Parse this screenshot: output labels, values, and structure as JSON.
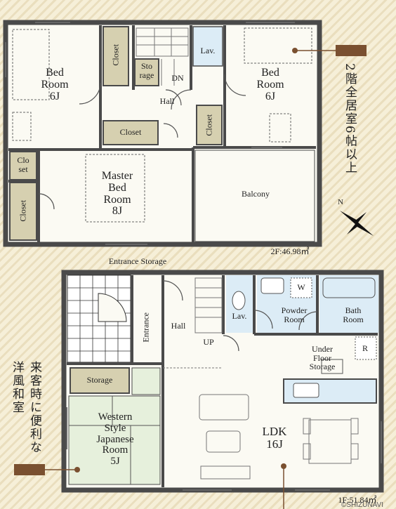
{
  "floor2": {
    "area": "2F:46.98㎡",
    "rooms": {
      "bed_left": "Bed\nRoom\n6J",
      "bed_right": "Bed\nRoom\n6J",
      "master": "Master\nBed\nRoom\n8J",
      "closet_top": "Closet",
      "storage": "Sto\nrage",
      "dn": "DN",
      "hall": "Hall",
      "closet_mid": "Closet",
      "closet_small": "Clo\nset",
      "closet_left": "Closet",
      "lav": "Lav.",
      "closet_right": "Closet",
      "balcony": "Balcony"
    },
    "note": "2階全居室6帖以上"
  },
  "floor1": {
    "area": "1F:51.84㎡",
    "entrance_storage": "Entrance Storage",
    "rooms": {
      "entrance": "Entrance",
      "hall": "Hall",
      "up": "UP",
      "lav": "Lav.",
      "powder": "Powder\nRoom",
      "w": "W",
      "bath": "Bath\nRoom",
      "underfloor": "Under\nFloor\nStorage",
      "r": "R",
      "storage": "Storage",
      "western": "Western\nStyle\nJapanese\nRoom\n5J",
      "ldk": "LDK\n16J"
    },
    "note": "来客時に便利な洋風和室"
  },
  "compass": "N",
  "credit": "©SHIZUNAVI",
  "colors": {
    "marker": "#7a5030",
    "wall": "#4a4a4a",
    "tatami": "#e6f0dc",
    "closet": "#d6d0b0",
    "bath": "#dcecf6"
  }
}
